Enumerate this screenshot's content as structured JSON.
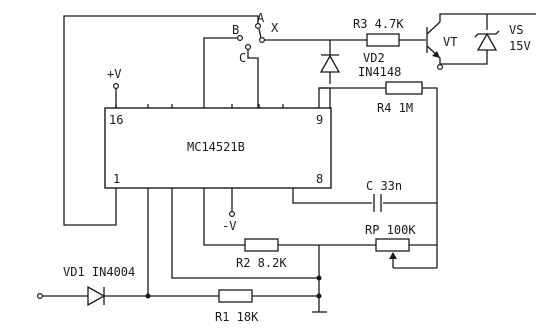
{
  "ic": {
    "name": "MC14521B",
    "pin16": "16",
    "pin9": "9",
    "pin1": "1",
    "pin8": "8"
  },
  "supply": {
    "plus": "+V",
    "minus": "-V"
  },
  "switch": {
    "a": "A",
    "b": "B",
    "c": "C",
    "x": "X"
  },
  "r3": "R3 4.7K",
  "vt": "VT",
  "vs": {
    "name": "VS",
    "value": "15V"
  },
  "vd2": {
    "name": "VD2",
    "part": "IN4148"
  },
  "r4": "R4 1M",
  "c": "C 33n",
  "rp": "RP 100K",
  "r2": "R2 8.2K",
  "vd1": "VD1 IN4004",
  "r1": "R1 18K"
}
